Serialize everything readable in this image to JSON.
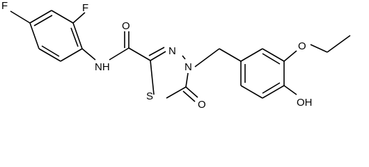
{
  "atoms": {
    "f_top": "F",
    "f_mid": "F",
    "nh": "NH",
    "o_carbonyl": "O",
    "n3": "N",
    "n4": "N",
    "s1": "S",
    "o_ring": "O",
    "o_ether": "O",
    "oh": "OH"
  }
}
